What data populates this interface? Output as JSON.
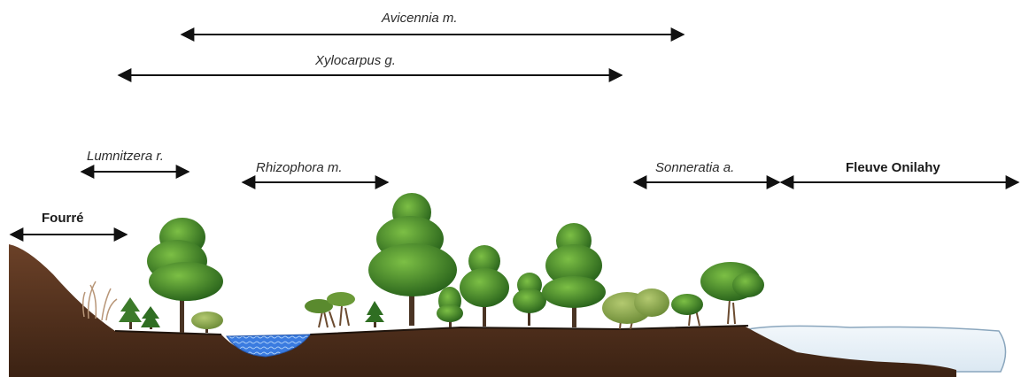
{
  "species": {
    "avicennia": "Avicennia m.",
    "xylocarpus": "Xylocarpus g.",
    "lumnitzera": "Lumnitzera r.",
    "rhizophora": "Rhizophora m.",
    "sonneratia": "Sonneratia a."
  },
  "zones": {
    "fourre": "Fourré",
    "fleuve": "Fleuve Onilahy"
  },
  "colors": {
    "soil": "#5a3520",
    "soil_dark": "#3e2415",
    "pool": "#3d7fe0",
    "river": "#e8f1f8",
    "tree_dark": "#2f6b1f",
    "tree_light": "#6fae3a",
    "shrub": "#8fae4a",
    "trunk": "#4a3424"
  }
}
